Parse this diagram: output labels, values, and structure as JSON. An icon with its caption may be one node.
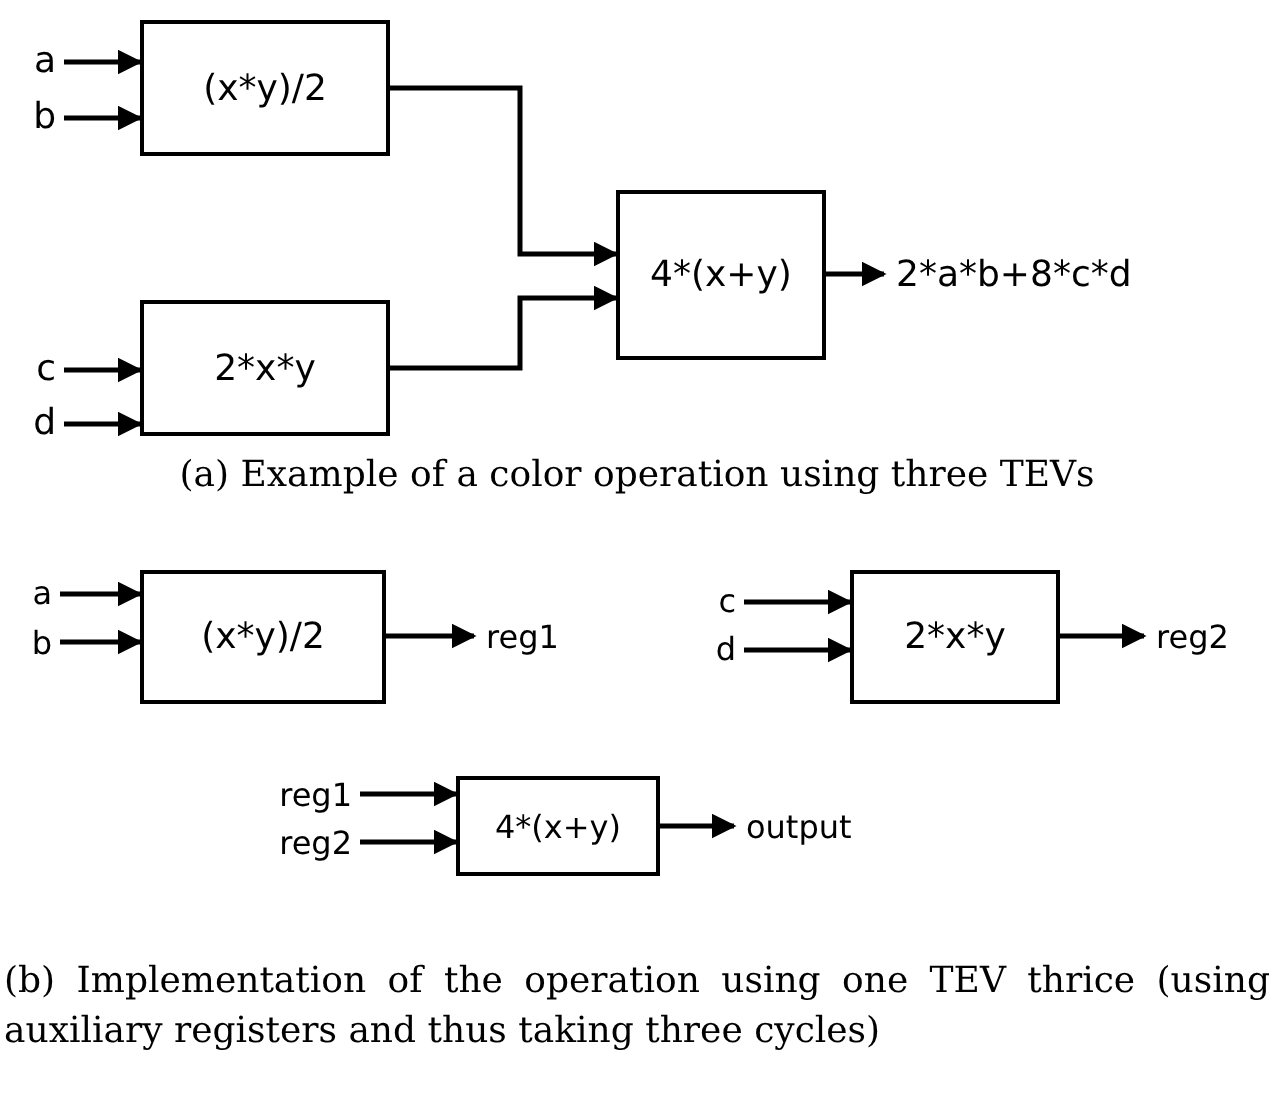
{
  "diagram": {
    "nodes": [
      {
        "text": [
          "a"
        ]
      },
      {
        "text": [
          "b"
        ]
      },
      {
        "text": [
          "(x*y)/2"
        ]
      },
      {
        "text": [
          "c"
        ]
      },
      {
        "text": [
          "d"
        ]
      },
      {
        "text": [
          "2*x*y"
        ]
      },
      {
        "text": [
          "4*(x+y)"
        ]
      },
      {
        "text": [
          "2*a*b+8*c*d"
        ]
      },
      {
        "text": [
          "a"
        ]
      },
      {
        "text": [
          "b"
        ]
      },
      {
        "text": [
          "(x*y)/2"
        ]
      },
      {
        "text": [
          "reg1"
        ]
      },
      {
        "text": [
          "c"
        ]
      },
      {
        "text": [
          "d"
        ]
      },
      {
        "text": [
          "2*x*y"
        ]
      },
      {
        "text": [
          "reg2"
        ]
      },
      {
        "text": [
          "reg1"
        ]
      },
      {
        "text": [
          "reg2"
        ]
      },
      {
        "text": [
          "4*(x+y)"
        ]
      },
      {
        "text": [
          "output"
        ]
      }
    ],
    "edges": [
      {
        "from": 0,
        "to": 2,
        "arrow": "to"
      },
      {
        "from": 1,
        "to": 2,
        "arrow": "to"
      },
      {
        "from": 3,
        "to": 5,
        "arrow": "to"
      },
      {
        "from": 4,
        "to": 5,
        "arrow": "to"
      },
      {
        "from": 2,
        "to": 6,
        "arrow": "to"
      },
      {
        "from": 5,
        "to": 6,
        "arrow": "to"
      },
      {
        "from": 6,
        "to": 7,
        "arrow": "to"
      },
      {
        "from": 8,
        "to": 10,
        "arrow": "to"
      },
      {
        "from": 9,
        "to": 10,
        "arrow": "to"
      },
      {
        "from": 10,
        "to": 11,
        "arrow": "to"
      },
      {
        "from": 12,
        "to": 14,
        "arrow": "to"
      },
      {
        "from": 13,
        "to": 14,
        "arrow": "to"
      },
      {
        "from": 14,
        "to": 15,
        "arrow": "to"
      },
      {
        "from": 16,
        "to": 18,
        "arrow": "to"
      },
      {
        "from": 17,
        "to": 18,
        "arrow": "to"
      },
      {
        "from": 18,
        "to": 19,
        "arrow": "to"
      }
    ],
    "labels": [
      "(a) Example of a color operation using three TEVs",
      "(b) Implementation of the operation using one TEV thrice (using auxiliary registers and thus taking three cycles)"
    ]
  }
}
